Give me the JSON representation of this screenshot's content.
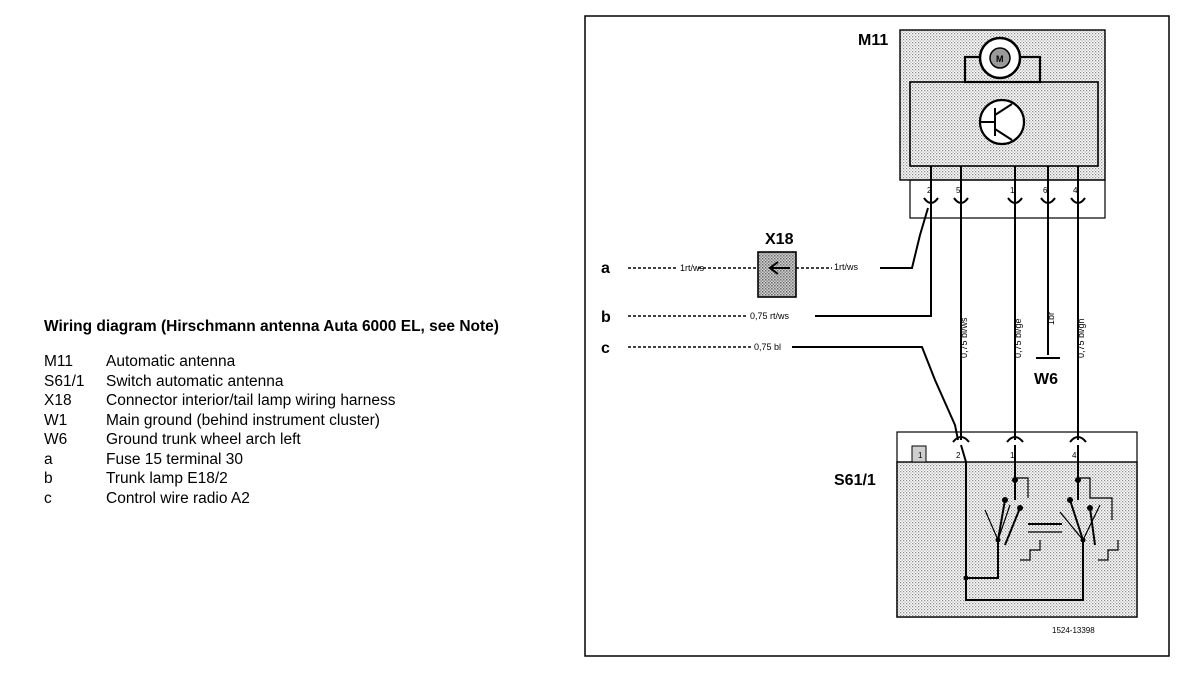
{
  "legend": {
    "title": "Wiring diagram (Hirschmann antenna Auta 6000 EL, see Note)",
    "items": [
      {
        "code": "M11",
        "desc": "Automatic antenna"
      },
      {
        "code": "S61/1",
        "desc": "Switch automatic antenna"
      },
      {
        "code": "X18",
        "desc": "Connector interior/tail lamp wiring harness"
      },
      {
        "code": "W1",
        "desc": "Main ground (behind instrument cluster)"
      },
      {
        "code": "W6",
        "desc": "Ground trunk wheel arch left"
      },
      {
        "code": "a",
        "desc": "Fuse 15 terminal 30"
      },
      {
        "code": "b",
        "desc": "Trunk lamp E18/2"
      },
      {
        "code": "c",
        "desc": "Control wire radio A2"
      }
    ]
  },
  "diagram": {
    "components": {
      "m11": "M11",
      "x18": "X18",
      "w6": "W6",
      "s61": "S61/1",
      "motor": "M"
    },
    "terminals": {
      "a": "a",
      "b": "b",
      "c": "c"
    },
    "wires": {
      "a_left": "1rt/ws",
      "a_right": "1rt/ws",
      "b": "0,75 rt/ws",
      "c": "0,75 bl",
      "p5": "0,75 bl/ws",
      "p1": "0,75 bl/ge",
      "p6": "1br",
      "p4": "0,75 bl/gn"
    },
    "m11_pins": [
      "2",
      "5",
      "1",
      "6",
      "4"
    ],
    "s61_pins": {
      "left": "1",
      "p2": "2",
      "p1": "1",
      "p4": "4"
    },
    "ref": "1524-13398"
  }
}
